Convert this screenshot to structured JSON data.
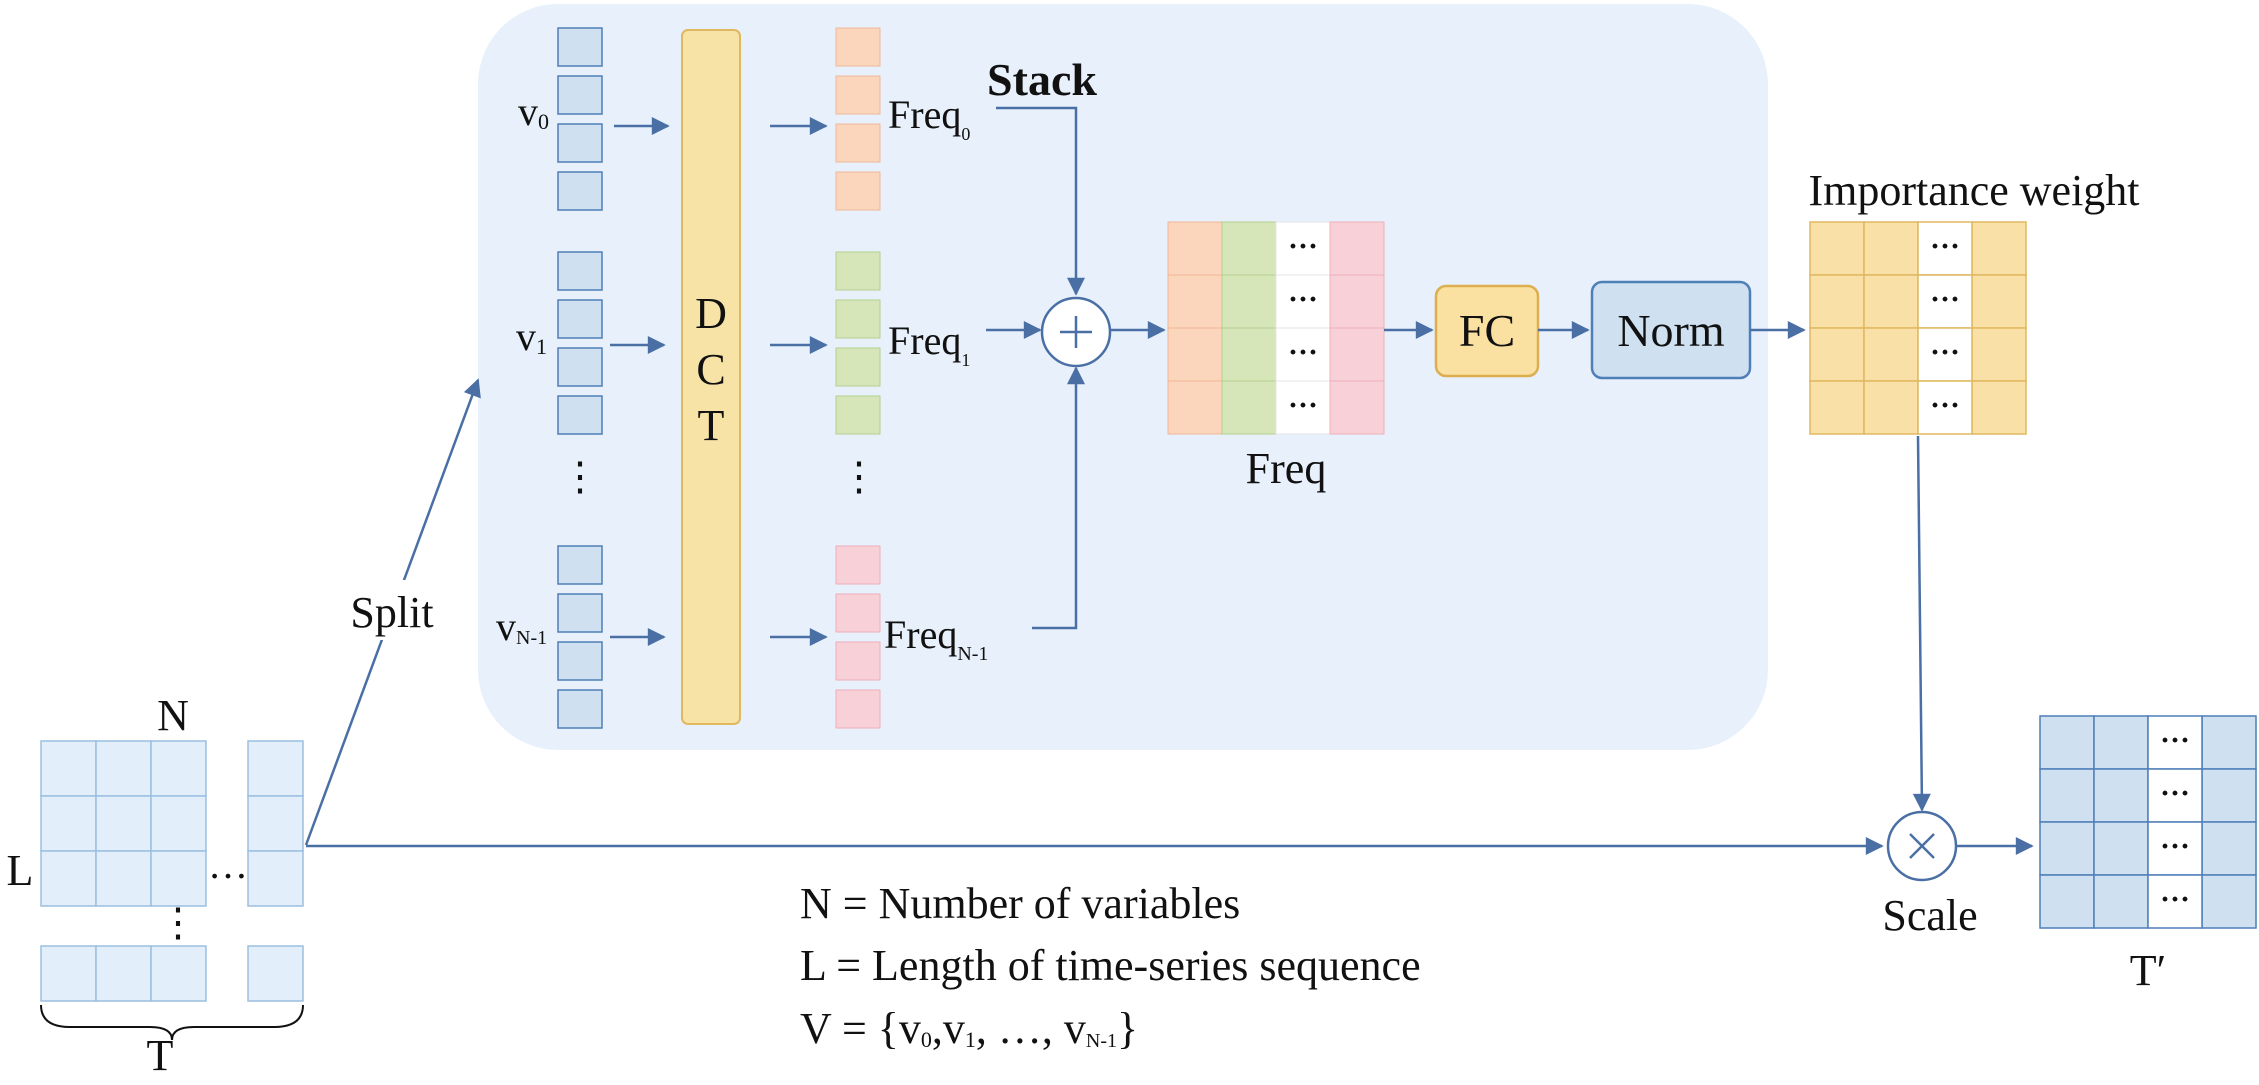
{
  "labels": {
    "split": "Split",
    "stack": "Stack",
    "dct": [
      "D",
      "C",
      "T"
    ],
    "freq_output": "Freq",
    "fc": "FC",
    "norm": "Norm",
    "importance_weight": "Importance weight",
    "scale": "Scale",
    "input_n": "N",
    "input_l": "L",
    "input_t": "T",
    "output_t_prime": "T′",
    "plus_symbol": "+",
    "times_symbol": "×",
    "dots_h": "…",
    "dots_v": "⋮",
    "dots_cell": "···"
  },
  "variables": [
    {
      "base": "v",
      "sub": "0",
      "freq_base": "Freq",
      "freq_sub": "0"
    },
    {
      "base": "v",
      "sub": "1",
      "freq_base": "Freq",
      "freq_sub": "1"
    },
    {
      "base": "v",
      "sub": "N-1",
      "freq_base": "Freq",
      "freq_sub": "N-1"
    }
  ],
  "legend": {
    "line1": "N = Number of variables",
    "line2": "L = Length of time-series sequence",
    "line3_prefix": "V = {",
    "line3_v0": "v",
    "line3_sub0": "0",
    "line3_sep1": ",",
    "line3_v1": "v",
    "line3_sub1": "1",
    "line3_mid": ", …, ",
    "line3_vn": "v",
    "line3_subn": "N-1",
    "line3_suffix": "}"
  },
  "colors": {
    "panel_bg": "#e8f1fb",
    "cell_blue": "#cfe0f1",
    "cell_blue_stroke": "#4f7fb8",
    "input_cell": "#e2eefa",
    "input_cell_stroke": "#9bbfe0",
    "dct_fill": "#f8e3a6",
    "dct_stroke": "#e0b860",
    "freq0": "#fbd5bc",
    "freq1": "#d6e6b9",
    "freqN": "#f8d1d8",
    "fc_fill": "#fbe1a1",
    "fc_stroke": "#dcae50",
    "norm_fill": "#cfe0f1",
    "norm_stroke": "#4f7fb8",
    "weight_fill": "#f8e0a6",
    "weight_stroke": "#e0b860",
    "arrow": "#4a6fa5"
  },
  "icons": {
    "add": "plus-circle-icon",
    "multiply": "times-circle-icon"
  }
}
